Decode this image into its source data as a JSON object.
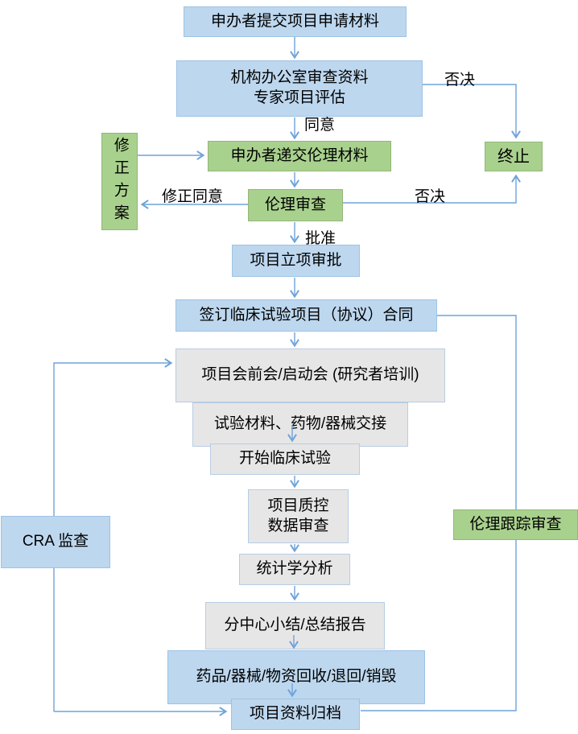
{
  "diagram": {
    "title": "clinical-trial-project-workflow",
    "nodes": {
      "submit_application": {
        "label": "申办者提交项目申请材料"
      },
      "office_review": {
        "label": "机构办公室审查资料\n专家项目评估"
      },
      "terminate": {
        "label": "终止"
      },
      "revise_plan": {
        "label": "修正方案"
      },
      "submit_ethics": {
        "label": "申办者递交伦理材料"
      },
      "ethics_review": {
        "label": "伦理审查"
      },
      "project_approval": {
        "label": "项目立项审批"
      },
      "sign_contract": {
        "label": "签订临床试验项目（协议）合同"
      },
      "kickoff_meeting": {
        "label": "项目会前会/启动会 (研究者培训)"
      },
      "material_handover": {
        "label": "试验材料、药物/器械交接"
      },
      "start_trial": {
        "label": "开始临床试验"
      },
      "quality_control": {
        "label": "项目质控\n数据审查"
      },
      "statistical_analysis": {
        "label": "统计学分析"
      },
      "summary_report": {
        "label": "分中心小结/总结报告"
      },
      "material_return": {
        "label": "药品/器械/物资回收/退回/销毁"
      },
      "archive": {
        "label": "项目资料归档"
      },
      "cra_monitor": {
        "label": "CRA 监查"
      },
      "ethics_follow": {
        "label": "伦理跟踪审查"
      }
    },
    "edge_labels": {
      "agree": "同意",
      "reject_top": "否决",
      "reject_mid": "否决",
      "approve": "批准",
      "revise_agree": "修正同意"
    },
    "colors": {
      "blue_fill": "#bdd7ee",
      "blue_border": "#9dc3e6",
      "green_fill": "#a9d18e",
      "green_border": "#95b579",
      "gray_fill": "#e7e6e6",
      "gray_border": "#b7cce4",
      "line": "#6fa3d9",
      "text": "#000000"
    }
  }
}
